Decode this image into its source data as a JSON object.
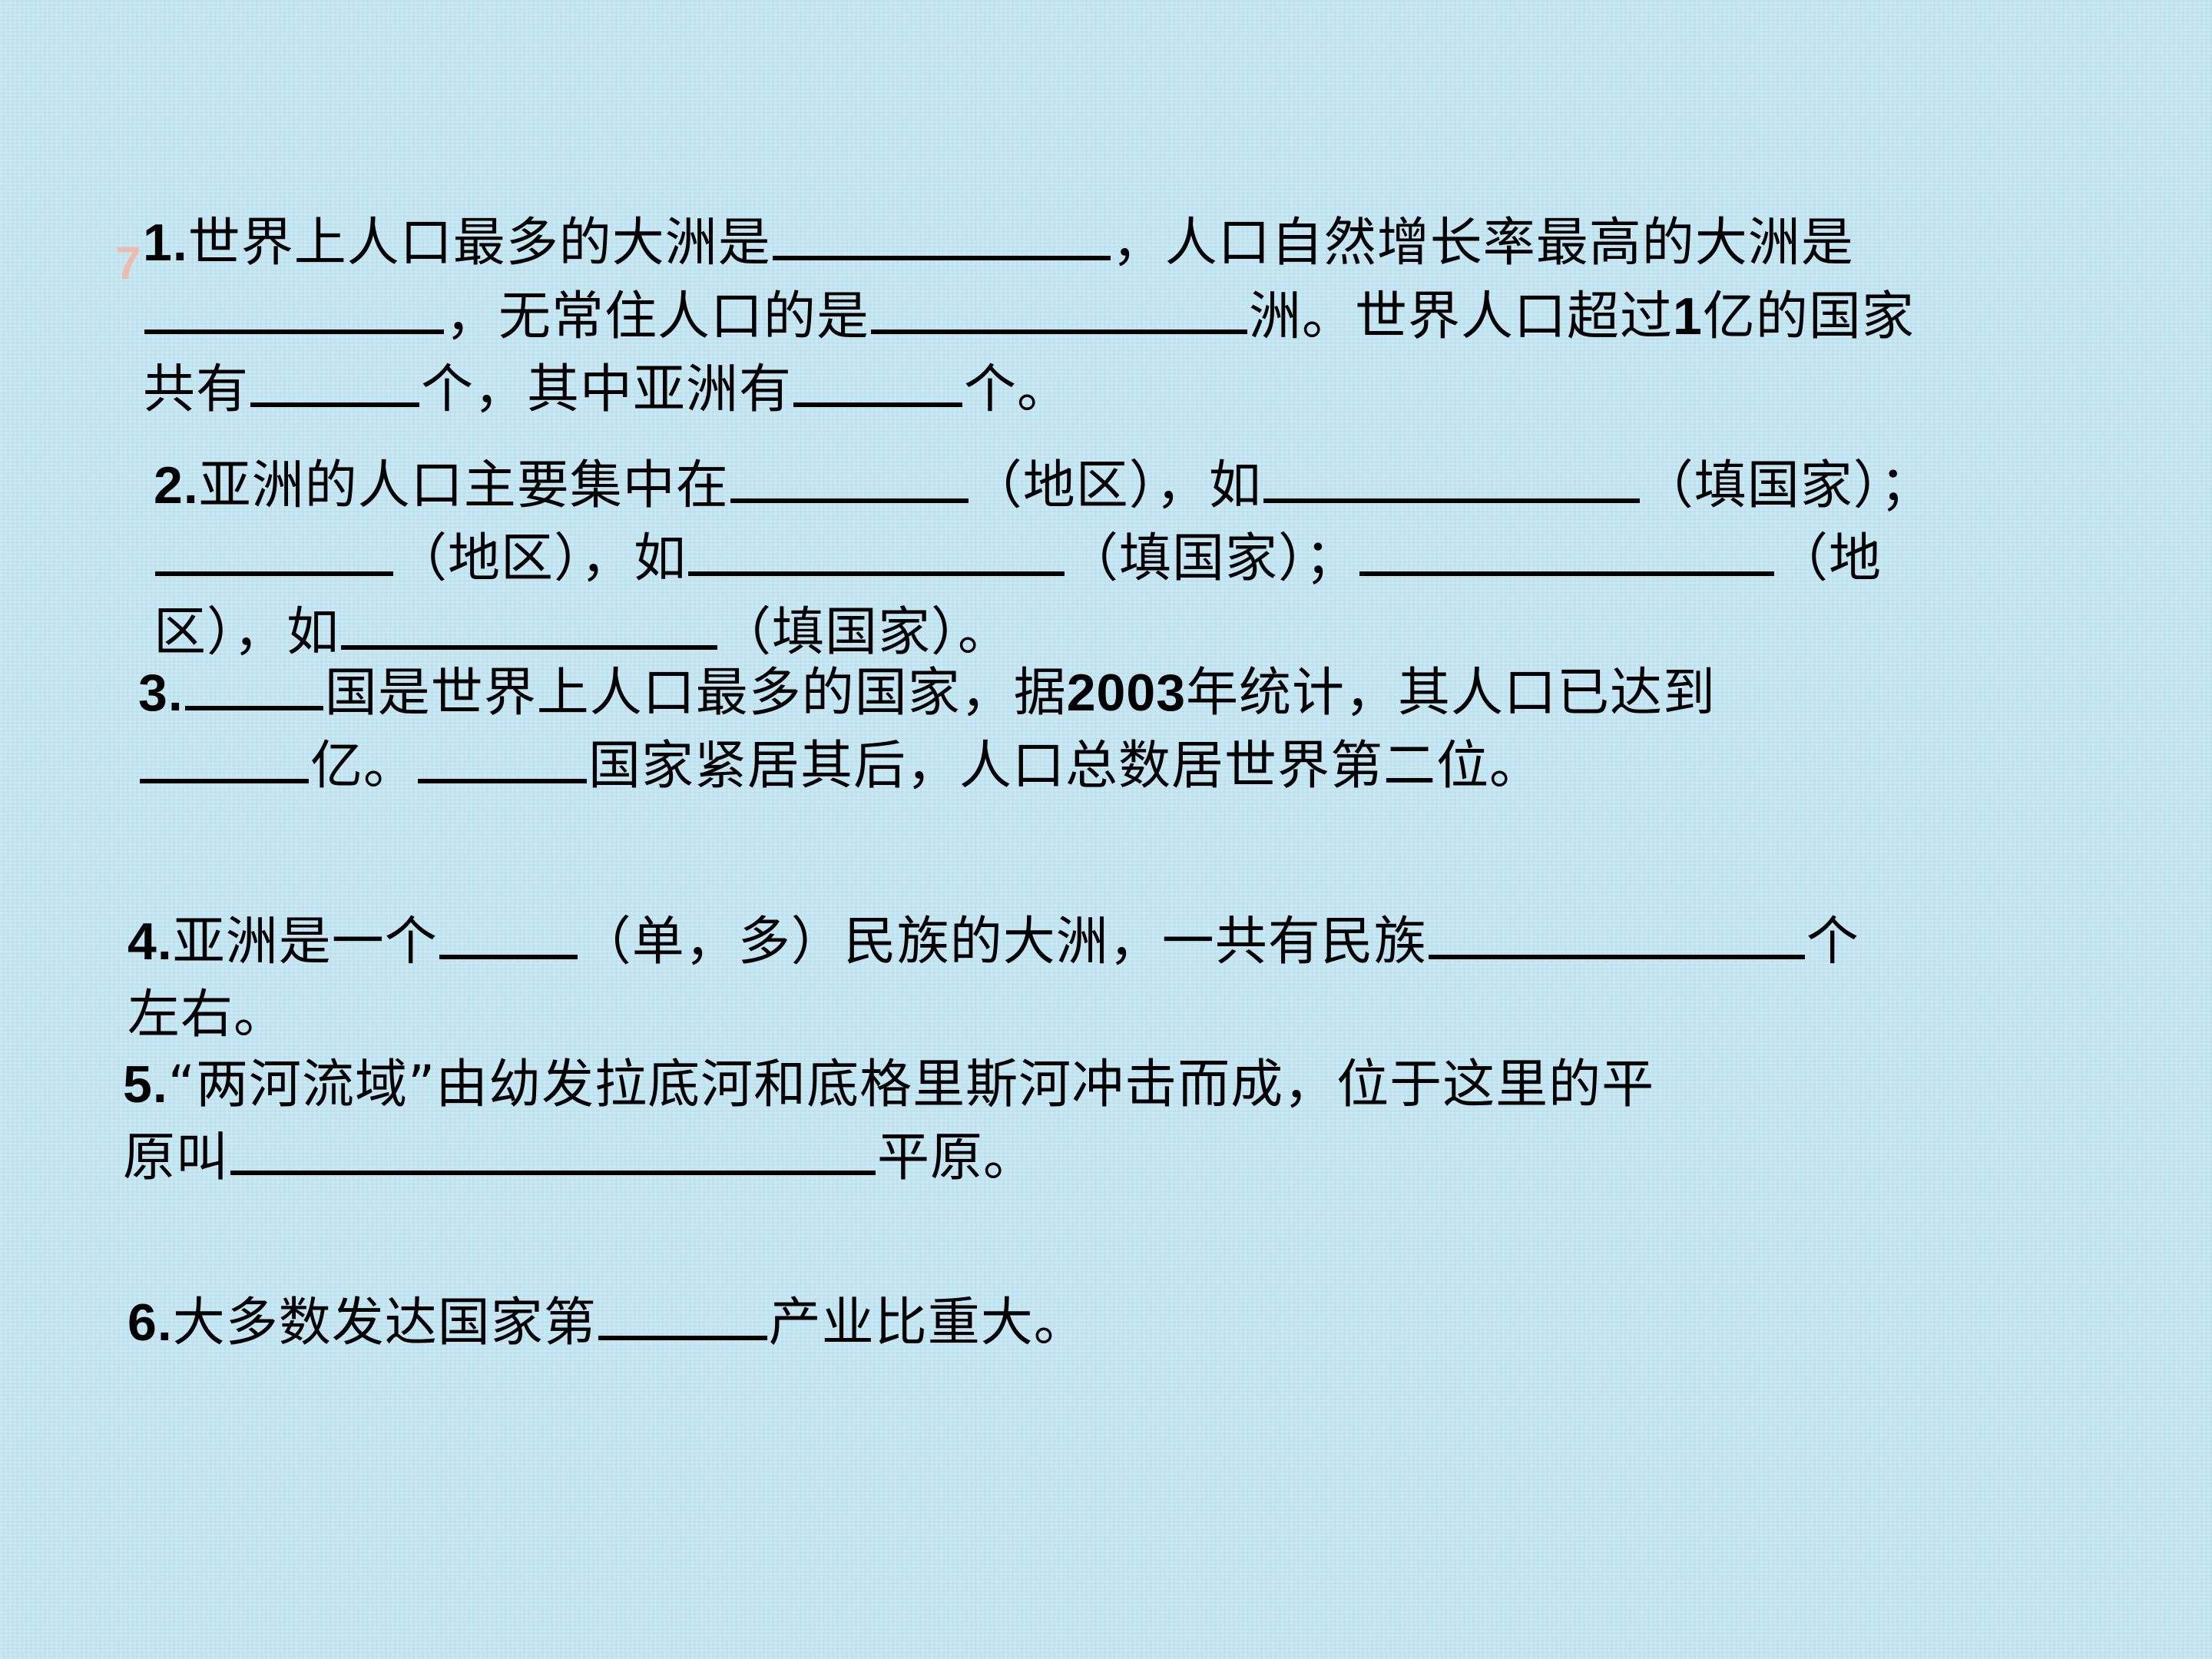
{
  "marker": "7",
  "q1": {
    "num": "1.",
    "l1a": "世界上人口最多的大洲是",
    "l1b": "，人口自然增长率最高的大洲是",
    "l2a": "，无常住人口的是",
    "l2b": "洲。世界人口超过",
    "l2c": "1",
    "l2d": "亿的国家",
    "l3a": "共有",
    "l3b": "个，其中亚洲有",
    "l3c": "个。"
  },
  "q2": {
    "num": "2.",
    "l1a": "亚洲的人口主要集中在",
    "l1b": "（地区），如",
    "l1c": "（填国家）；",
    "l2a": "（地区），如",
    "l2b": "（填国家）；",
    "l2c": "（地",
    "l3a": "区），如",
    "l3b": "（填国家）。"
  },
  "q3": {
    "num": "3.",
    "l1a": "国是世界上人口最多的国家，据",
    "l1b": "2003",
    "l1c": "年统计，其人口已达到",
    "l2a": "亿。",
    "l2b": "国家紧居其后，人口总数居世界第二位。"
  },
  "q4": {
    "num": "4.",
    "l1a": "亚洲是一个",
    "l1b": "（单，多）民族的大洲，一共有民族",
    "l1c": "个",
    "l2a": "左右。"
  },
  "q5": {
    "num": "5.",
    "l1a": "“两河流域”由幼发拉底河和底格里斯河冲击而成，位于这里的平",
    "l2a": "原叫",
    "l2b": "平原。"
  },
  "q6": {
    "num": "6.",
    "l1a": "大多数发达国家第",
    "l1b": "产业比重大。"
  }
}
